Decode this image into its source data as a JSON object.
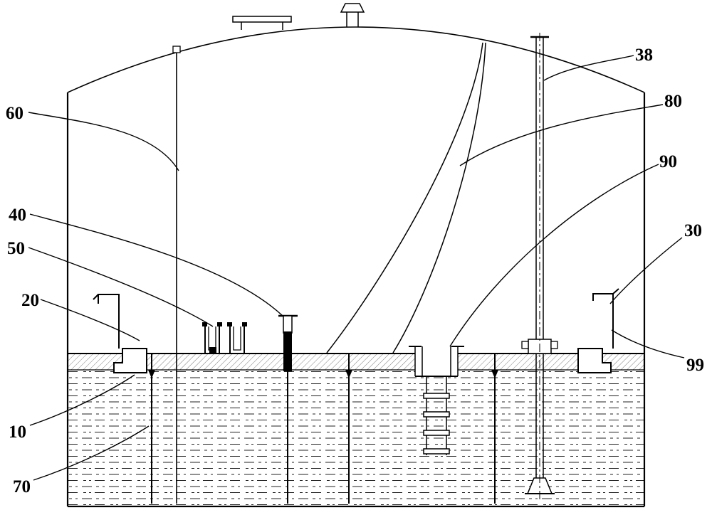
{
  "figure": {
    "labels": {
      "l10": "10",
      "l20": "20",
      "l30": "30",
      "l38": "38",
      "l40": "40",
      "l50": "50",
      "l60": "60",
      "l70": "70",
      "l80": "80",
      "l90": "90",
      "l99": "99"
    },
    "colors": {
      "ink": "#000000",
      "background": "#ffffff"
    }
  }
}
